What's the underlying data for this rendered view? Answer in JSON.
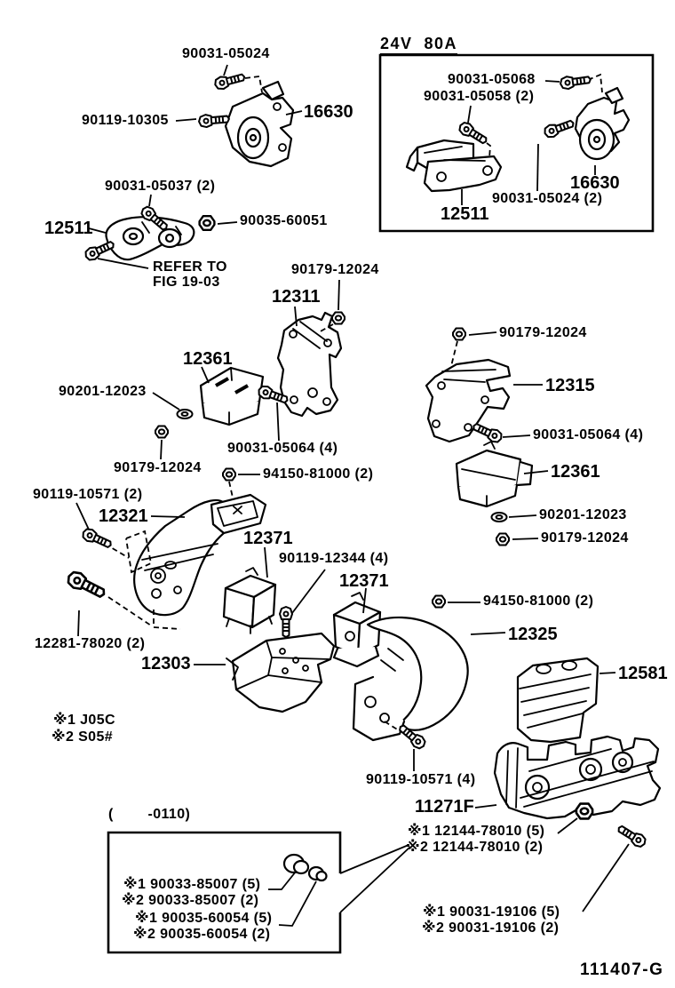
{
  "figure": {
    "code": "111407-G"
  },
  "inset": {
    "title": "24V  80A"
  },
  "applicability": {
    "range": "(        -0110)"
  },
  "labels": [
    {
      "name": "bolt-90031-05024",
      "text": "90031-05024"
    },
    {
      "name": "bolt-90119-10305",
      "text": "90119-10305"
    },
    {
      "name": "part-16630",
      "text": "16630"
    },
    {
      "name": "bolt-90031-05068",
      "text": "90031-05068"
    },
    {
      "name": "bolt-90031-05058",
      "text": "90031-05058 (2)"
    },
    {
      "name": "part-16630-inset",
      "text": "16630"
    },
    {
      "name": "part-12511-inset",
      "text": "12511"
    },
    {
      "name": "bolt-90031-05024-inset",
      "text": "90031-05024 (2)"
    },
    {
      "name": "bolt-90031-05037",
      "text": "90031-05037 (2)"
    },
    {
      "name": "part-12511",
      "text": "12511"
    },
    {
      "name": "nut-90035-60051",
      "text": "90035-60051"
    },
    {
      "name": "refer-note-line1",
      "text": "REFER TO"
    },
    {
      "name": "refer-note-line2",
      "text": "FIG 19-03"
    },
    {
      "name": "nut-90179-12024-top",
      "text": "90179-12024"
    },
    {
      "name": "part-12311",
      "text": "12311"
    },
    {
      "name": "part-12361",
      "text": "12361"
    },
    {
      "name": "washer-90201-12023",
      "text": "90201-12023"
    },
    {
      "name": "bolt-90031-05064",
      "text": "90031-05064 (4)"
    },
    {
      "name": "nut-90179-12024-left",
      "text": "90179-12024"
    },
    {
      "name": "nut-94150-81000",
      "text": "94150-81000 (2)"
    },
    {
      "name": "nut-90179-12024-right-top",
      "text": "90179-12024"
    },
    {
      "name": "part-12315",
      "text": "12315"
    },
    {
      "name": "bolt-90031-05064-right",
      "text": "90031-05064 (4)"
    },
    {
      "name": "part-12361-right",
      "text": "12361"
    },
    {
      "name": "washer-90201-12023-right",
      "text": "90201-12023"
    },
    {
      "name": "nut-90179-12024-right-bottom",
      "text": "90179-12024"
    },
    {
      "name": "bolt-90119-10571",
      "text": "90119-10571 (2)"
    },
    {
      "name": "part-12321",
      "text": "12321"
    },
    {
      "name": "part-12371",
      "text": "12371"
    },
    {
      "name": "bolt-90119-12344",
      "text": "90119-12344 (4)"
    },
    {
      "name": "part-12371-right",
      "text": "12371"
    },
    {
      "name": "nut-94150-81000-right",
      "text": "94150-81000 (2)"
    },
    {
      "name": "part-12325",
      "text": "12325"
    },
    {
      "name": "part-12581",
      "text": "12581"
    },
    {
      "name": "sensor-12281-78020",
      "text": "12281-78020 (2)"
    },
    {
      "name": "part-12303",
      "text": "12303"
    },
    {
      "name": "engine-note-1",
      "text": "※1 J05C"
    },
    {
      "name": "engine-note-2",
      "text": "※2 S05#"
    },
    {
      "name": "bolt-90119-10571-lower",
      "text": "90119-10571 (4)"
    },
    {
      "name": "part-11271f",
      "text": "11271F"
    },
    {
      "name": "nut-12144-78010-note1",
      "text": "※1 12144-78010 (5)"
    },
    {
      "name": "nut-12144-78010-note2",
      "text": "※2 12144-78010 (2)"
    },
    {
      "name": "plug-90033-85007-note1",
      "text": "※1 90033-85007 (5)"
    },
    {
      "name": "plug-90033-85007-note2",
      "text": "※2 90033-85007 (2)"
    },
    {
      "name": "plug-90035-60054-note1",
      "text": "※1 90035-60054 (5)"
    },
    {
      "name": "plug-90035-60054-note2",
      "text": "※2 90035-60054 (2)"
    },
    {
      "name": "bolt-90031-19106-note1",
      "text": "※1 90031-19106 (5)"
    },
    {
      "name": "bolt-90031-19106-note2",
      "text": "※2 90031-19106 (2)"
    }
  ]
}
